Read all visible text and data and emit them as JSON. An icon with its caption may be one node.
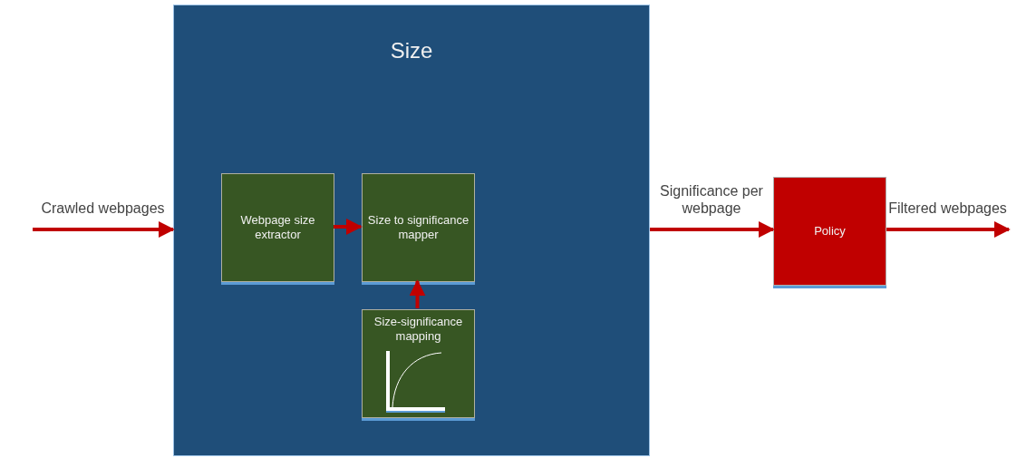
{
  "diagram": {
    "nodes": [
      {
        "text": [
          "Size"
        ]
      },
      {
        "text": [
          "Webpage size extractor"
        ],
        "in": 0
      },
      {
        "text": [
          "Size to significance mapper"
        ],
        "in": 0
      },
      {
        "text": [
          "Size-significance mapping"
        ],
        "in": 0
      },
      {
        "text": [
          "Policy"
        ]
      }
    ],
    "edges": [
      {
        "from": null,
        "to": 0,
        "arrow": "to",
        "label": "Crawled webpages"
      },
      {
        "from": 1,
        "to": 2,
        "arrow": "to"
      },
      {
        "from": 3,
        "to": 2,
        "arrow": "to"
      },
      {
        "from": 0,
        "to": 4,
        "arrow": "to",
        "label": "Significance per webpage"
      },
      {
        "from": 4,
        "to": null,
        "arrow": "to",
        "label": "Filtered webpages"
      }
    ]
  }
}
